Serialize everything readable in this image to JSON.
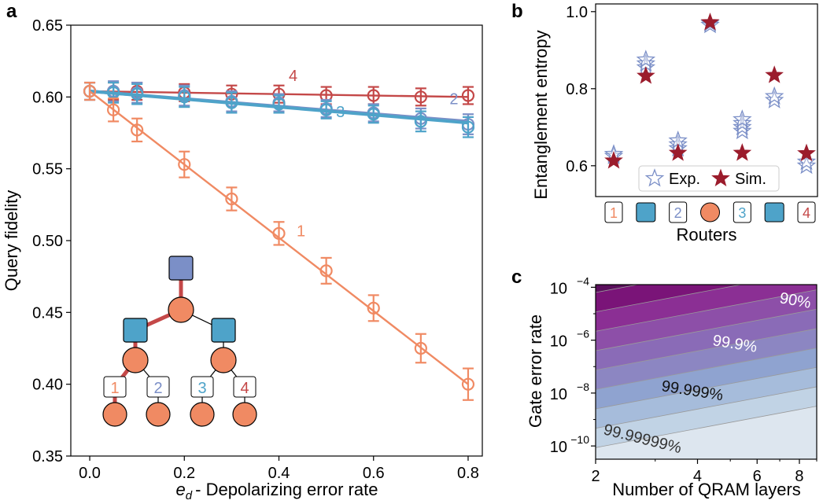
{
  "chart_data": [
    {
      "panel": "a",
      "type": "line",
      "xlabel": "- Depolarizing error rate",
      "xlabel_symbol": "e",
      "xlabel_subscript": "d",
      "ylabel": "Query fidelity",
      "xlim": [
        -0.04,
        0.83
      ],
      "ylim": [
        0.35,
        0.65
      ],
      "xticks": [
        "0.0",
        "0.2",
        "0.4",
        "0.6",
        "0.8"
      ],
      "yticks": [
        "0.35",
        "0.40",
        "0.45",
        "0.50",
        "0.55",
        "0.60",
        "0.65"
      ],
      "grid": false,
      "series_colors": {
        "1": "#f08a63",
        "2": "#7b8fc7",
        "3": "#4ea3c9",
        "4": "#c44848"
      },
      "series": [
        {
          "label": "4",
          "points": [
            {
              "x": 0.0,
              "y": 0.604,
              "err": 0.006
            },
            {
              "x": 0.05,
              "y": 0.604,
              "err": 0.006
            },
            {
              "x": 0.1,
              "y": 0.604,
              "err": 0.006
            },
            {
              "x": 0.2,
              "y": 0.603,
              "err": 0.006
            },
            {
              "x": 0.3,
              "y": 0.602,
              "err": 0.006
            },
            {
              "x": 0.4,
              "y": 0.602,
              "err": 0.006
            },
            {
              "x": 0.5,
              "y": 0.601,
              "err": 0.006
            },
            {
              "x": 0.6,
              "y": 0.601,
              "err": 0.006
            },
            {
              "x": 0.7,
              "y": 0.6,
              "err": 0.006
            },
            {
              "x": 0.8,
              "y": 0.601,
              "err": 0.006
            }
          ],
          "fit": [
            [
              0.0,
              0.604
            ],
            [
              0.8,
              0.6
            ]
          ]
        },
        {
          "label": "2",
          "points": [
            {
              "x": 0.0,
              "y": 0.604,
              "err": 0.006
            },
            {
              "x": 0.05,
              "y": 0.604,
              "err": 0.007
            },
            {
              "x": 0.1,
              "y": 0.603,
              "err": 0.007
            },
            {
              "x": 0.2,
              "y": 0.601,
              "err": 0.007
            },
            {
              "x": 0.3,
              "y": 0.597,
              "err": 0.007
            },
            {
              "x": 0.4,
              "y": 0.596,
              "err": 0.006
            },
            {
              "x": 0.5,
              "y": 0.592,
              "err": 0.006
            },
            {
              "x": 0.6,
              "y": 0.589,
              "err": 0.006
            },
            {
              "x": 0.7,
              "y": 0.585,
              "err": 0.007
            },
            {
              "x": 0.8,
              "y": 0.581,
              "err": 0.007
            }
          ],
          "fit": [
            [
              0.0,
              0.604
            ],
            [
              0.8,
              0.583
            ]
          ]
        },
        {
          "label": "3",
          "points": [
            {
              "x": 0.0,
              "y": 0.604,
              "err": 0.006
            },
            {
              "x": 0.05,
              "y": 0.603,
              "err": 0.007
            },
            {
              "x": 0.1,
              "y": 0.602,
              "err": 0.007
            },
            {
              "x": 0.2,
              "y": 0.6,
              "err": 0.007
            },
            {
              "x": 0.3,
              "y": 0.596,
              "err": 0.007
            },
            {
              "x": 0.4,
              "y": 0.595,
              "err": 0.006
            },
            {
              "x": 0.5,
              "y": 0.591,
              "err": 0.006
            },
            {
              "x": 0.6,
              "y": 0.588,
              "err": 0.006
            },
            {
              "x": 0.7,
              "y": 0.583,
              "err": 0.007
            },
            {
              "x": 0.8,
              "y": 0.579,
              "err": 0.007
            }
          ],
          "fit": [
            [
              0.0,
              0.604
            ],
            [
              0.8,
              0.582
            ]
          ]
        },
        {
          "label": "1",
          "points": [
            {
              "x": 0.0,
              "y": 0.604,
              "err": 0.006
            },
            {
              "x": 0.05,
              "y": 0.591,
              "err": 0.008
            },
            {
              "x": 0.1,
              "y": 0.577,
              "err": 0.008
            },
            {
              "x": 0.2,
              "y": 0.553,
              "err": 0.009
            },
            {
              "x": 0.3,
              "y": 0.529,
              "err": 0.008
            },
            {
              "x": 0.4,
              "y": 0.505,
              "err": 0.008
            },
            {
              "x": 0.5,
              "y": 0.479,
              "err": 0.009
            },
            {
              "x": 0.6,
              "y": 0.453,
              "err": 0.009
            },
            {
              "x": 0.7,
              "y": 0.425,
              "err": 0.01
            },
            {
              "x": 0.8,
              "y": 0.4,
              "err": 0.011
            }
          ],
          "fit": [
            [
              0.0,
              0.604
            ],
            [
              0.8,
              0.4
            ]
          ]
        }
      ],
      "inset_tree": {
        "router_labels": [
          "1",
          "2",
          "3",
          "4"
        ]
      }
    },
    {
      "panel": "b",
      "type": "scatter",
      "xlabel": "Routers",
      "ylabel": "Entanglement entropy",
      "ylim": [
        0.52,
        1.02
      ],
      "yticks": [
        "0.6",
        "0.8",
        "1.0"
      ],
      "categories": [
        {
          "kind": "label",
          "text": "1",
          "color": "#f08a63"
        },
        {
          "kind": "square",
          "color": "#4ea3c9"
        },
        {
          "kind": "label",
          "text": "2",
          "color": "#7b8fc7"
        },
        {
          "kind": "circle",
          "color": "#f08a63"
        },
        {
          "kind": "label",
          "text": "3",
          "color": "#4ea3c9"
        },
        {
          "kind": "square",
          "color": "#4ea3c9"
        },
        {
          "kind": "label",
          "text": "4",
          "color": "#c44848"
        }
      ],
      "series": [
        {
          "name": "Exp.",
          "marker": "open-star",
          "color": "#7b8fc7",
          "values": [
            [
              0.625,
              0.63
            ],
            [
              0.855,
              0.865,
              0.875
            ],
            [
              0.645,
              0.655,
              0.665
            ],
            [
              0.965,
              0.97
            ],
            [
              0.69,
              0.7,
              0.71,
              0.72
            ],
            [
              0.77,
              0.78
            ],
            [
              0.6,
              0.61
            ]
          ]
        },
        {
          "name": "Sim.",
          "marker": "filled-star",
          "color": "#9b1c2c",
          "values": [
            0.613,
            0.833,
            0.633,
            0.972,
            0.633,
            0.835,
            0.632
          ]
        }
      ],
      "legend": {
        "position": "bottom",
        "entries": [
          "Exp.",
          "Sim."
        ]
      }
    },
    {
      "panel": "c",
      "type": "heatmap",
      "xlabel": "Number of QRAM layers",
      "ylabel": "Gate error rate",
      "x_scale": "log",
      "y_scale": "log",
      "xlim": [
        2,
        9
      ],
      "ylim_exponent": [
        -10.5,
        -3.9
      ],
      "xticks": [
        "2",
        "4",
        "6",
        "8"
      ],
      "yticks": [
        {
          "base": "10",
          "exp": "−4"
        },
        {
          "base": "10",
          "exp": "−6"
        },
        {
          "base": "10",
          "exp": "−8"
        },
        {
          "base": "10",
          "exp": "−10"
        }
      ],
      "contour_levels": [
        "99.99999%",
        "99.999%",
        "99.9%",
        "90%"
      ],
      "contour_label_colors": [
        "#333333",
        "#111111",
        "#ffffff",
        "#ffffff"
      ],
      "fill_colors": [
        "#dde6ef",
        "#c1d3e5",
        "#a6bcdb",
        "#8fa3d0",
        "#8c86c2",
        "#8a6bb7",
        "#8d4fa8",
        "#8b2f94",
        "#7a1478",
        "#5a0f5c"
      ]
    }
  ],
  "panel_labels": [
    "a",
    "b",
    "c"
  ]
}
